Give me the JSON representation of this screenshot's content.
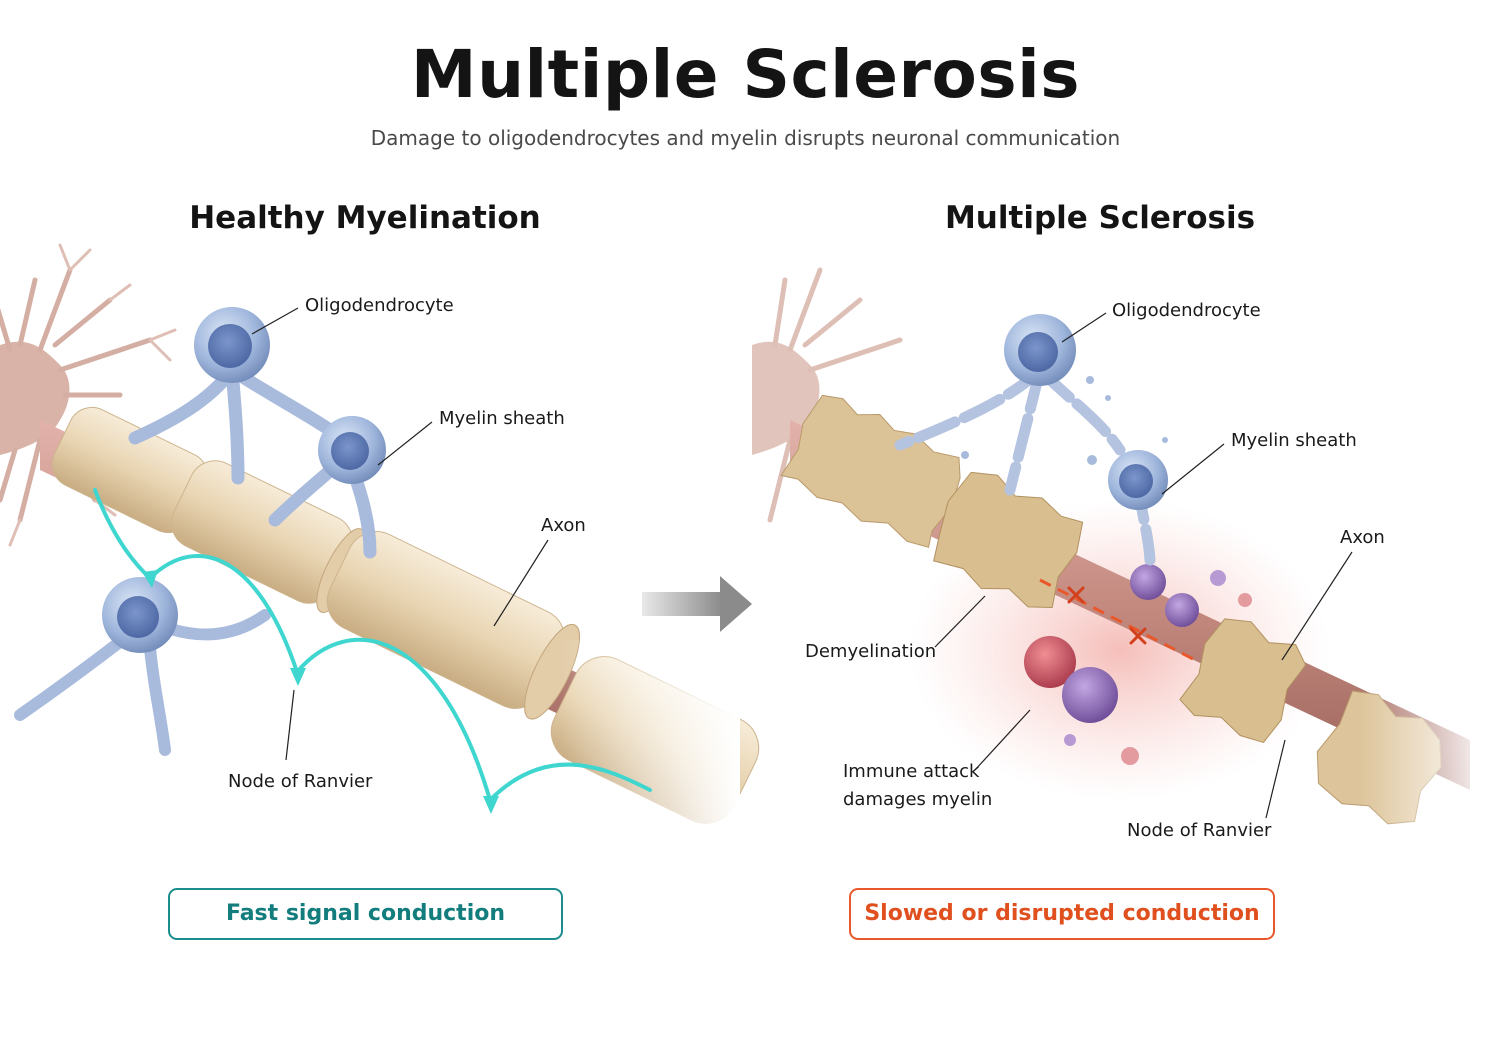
{
  "header": {
    "title": "Multiple Sclerosis",
    "subtitle": "Damage to oligodendrocytes and myelin disrupts neuronal communication"
  },
  "panels": {
    "healthy": {
      "title": "Healthy Myelination",
      "labels": {
        "oligodendrocyte": "Oligodendrocyte",
        "myelin": "Myelin sheath",
        "axon": "Axon",
        "node": "Node of Ranvier"
      },
      "status": "Fast signal conduction"
    },
    "disease": {
      "title": "Multiple Sclerosis",
      "labels": {
        "oligodendrocyte": "Oligodendrocyte",
        "myelin": "Myelin sheath",
        "axon": "Axon",
        "demyelination": "Demyelination",
        "immune_line1": "Immune attack",
        "immune_line2": "damages myelin",
        "node": "Node of Ranvier"
      },
      "status": "Slowed or disrupted conduction"
    }
  },
  "colors": {
    "myelin": "#e9d6b5",
    "axon": "#c98f86",
    "cell": "#8fa9d2",
    "signal": "#3fd6d0",
    "healthy_accent": "#1d8c8c",
    "disease_accent": "#e8582a",
    "immune_red": "#c9545e",
    "immune_purple": "#8a6cb0"
  },
  "icons": {
    "arrow": "transition-arrow-icon",
    "block_marker": "x-mark-icon"
  }
}
